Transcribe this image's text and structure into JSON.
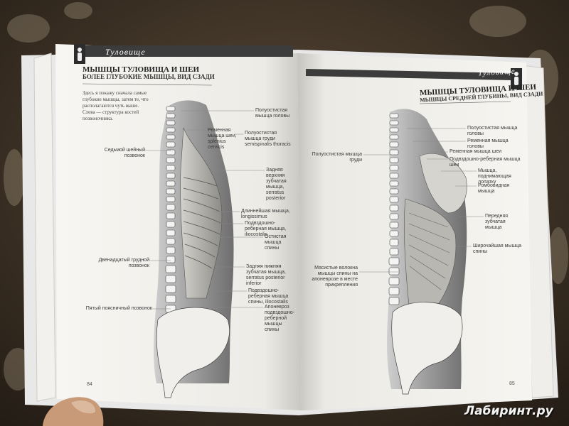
{
  "book": {
    "left_page": {
      "section": "Туловище",
      "title": "МЫШЦЫ ТУЛОВИЩА И ШЕИ",
      "subtitle": "БОЛЕЕ ГЛУБОКИЕ МЫШЦЫ, ВИД СЗАДИ",
      "intro": "Здесь я покажу сначала самые глубокие мышцы, затем те, что располагаются чуть выше. Слева — структура костей позвоночника.",
      "page_number": "84",
      "labels_left": [
        "Седьмой шейный позвонок",
        "Двенадцатый грудной позвонок",
        "Пятый поясничный позвонок"
      ],
      "labels_right": [
        "Полуостистая мышца головы",
        "Ременная мышца шеи, splenius cervicis",
        "Полуостистая мышца груди semispinalis thoracis",
        "Задняя верхняя зубчатая мышца, serratus posterior",
        "Длиннейшая мышца, longissimus",
        "Подвздошно-реберная мышца, iliocostalis",
        "Остистая мышца спины",
        "Задняя нижняя зубчатая мышца, serratus posterior inferior",
        "Подвздошно-реберная мышца спины, iliocostalis",
        "Апоневроз подвздошно-реберной мышцы спины"
      ]
    },
    "right_page": {
      "section": "Туловище",
      "title": "МЫШЦЫ ТУЛОВИЩА И ШЕИ",
      "subtitle": "МЫШЦЫ СРЕДНЕЙ ГЛУБИНЫ, ВИД СЗАДИ",
      "page_number": "85",
      "labels_left": [
        "Полуостистая мышца груди",
        "Мясистые волокна мышцы спины на апоневрозе в месте прикрепления"
      ],
      "labels_right": [
        "Полуостистая мышца головы",
        "Ременная мышца головы",
        "Ременная мышца шеи",
        "Подвздошно-реберная мышца шеи",
        "Мышца, поднимающая лопатку",
        "Ромбовидная мышца",
        "Передняя зубчатая мышца",
        "Широчайшая мышца спины"
      ]
    }
  },
  "watermark": "Лабиринт.ру",
  "colors": {
    "tablecloth": "#3b3025",
    "paper": "#f4f2ee",
    "ink": "#3a3a3a",
    "skin_shadow": "#8a8a8a",
    "header_bar": "#3c3c3c"
  }
}
